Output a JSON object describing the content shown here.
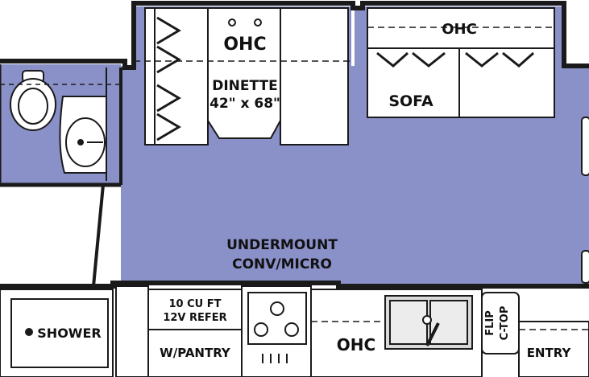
{
  "labels": {
    "ohc_dinette": "OHC",
    "dinette": "DINETTE",
    "dinette_size": "42\" x 68\"",
    "ohc_sofa": "OHC",
    "sofa": "SOFA",
    "undermount_line1": "UNDERMOUNT",
    "undermount_line2": "CONV/MICRO",
    "shower": "SHOWER",
    "refer_line1": "10 CU FT",
    "refer_line2": "12V REFER",
    "pantry": "W/PANTRY",
    "ohc_kitchen": "OHC",
    "flip_line1": "FLIP",
    "flip_line2": "C-TOP",
    "entry": "ENTRY"
  },
  "colors": {
    "floor": "#8a90c8",
    "walls": "#1a1a1a",
    "fixture": "#ffffff",
    "sink_basin": "#d9d9d9"
  }
}
